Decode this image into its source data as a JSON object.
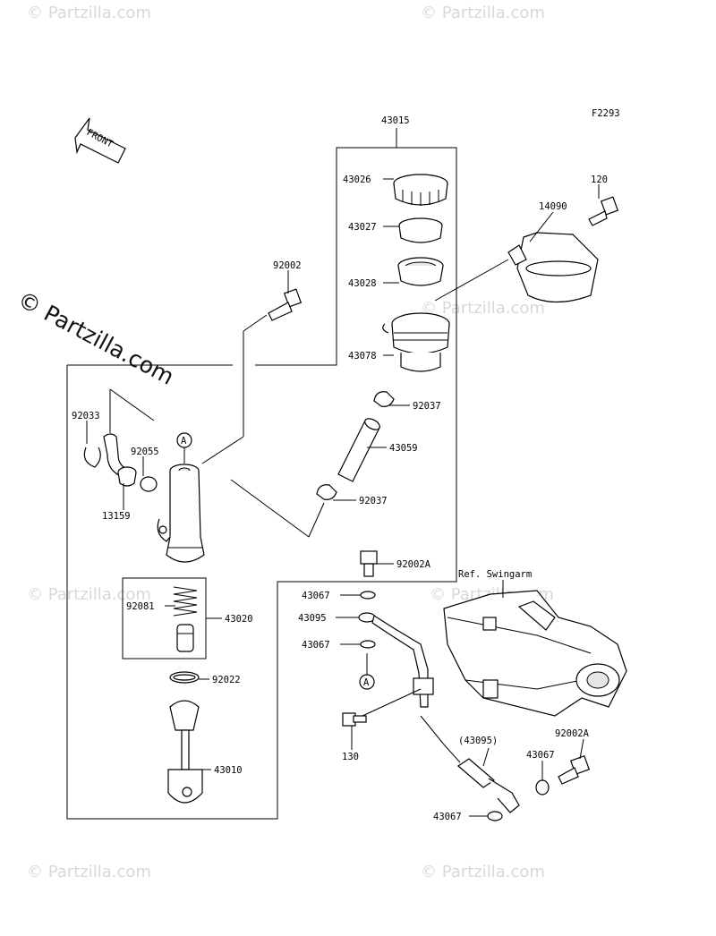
{
  "figure_code": "F2293",
  "front_arrow_label": "FRONT",
  "watermark_text": "© Partzilla.com",
  "watermark_small": "© Partzilla.com",
  "reference_label": "Ref. Swingarm",
  "callout_marker": "A",
  "part_labels": {
    "p43015": "43015",
    "p43026": "43026",
    "p43027": "43027",
    "p43028": "43028",
    "p43078": "43078",
    "p92037a": "92037",
    "p43059": "43059",
    "p92037b": "92037",
    "p120": "120",
    "p14090": "14090",
    "p92002": "92002",
    "p92033": "92033",
    "p92055": "92055",
    "p13159": "13159",
    "p92081": "92081",
    "p43020": "43020",
    "p92022": "92022",
    "p43010": "43010",
    "p92002A_top": "92002A",
    "p43067_a": "43067",
    "p43095": "43095",
    "p43067_b": "43067",
    "p130": "130",
    "p43095_paren": "(43095)",
    "p43067_c": "43067",
    "p92002A_right": "92002A",
    "p43067_d": "43067"
  },
  "colors": {
    "line": "#000000",
    "watermark": "#d8d8d8"
  }
}
